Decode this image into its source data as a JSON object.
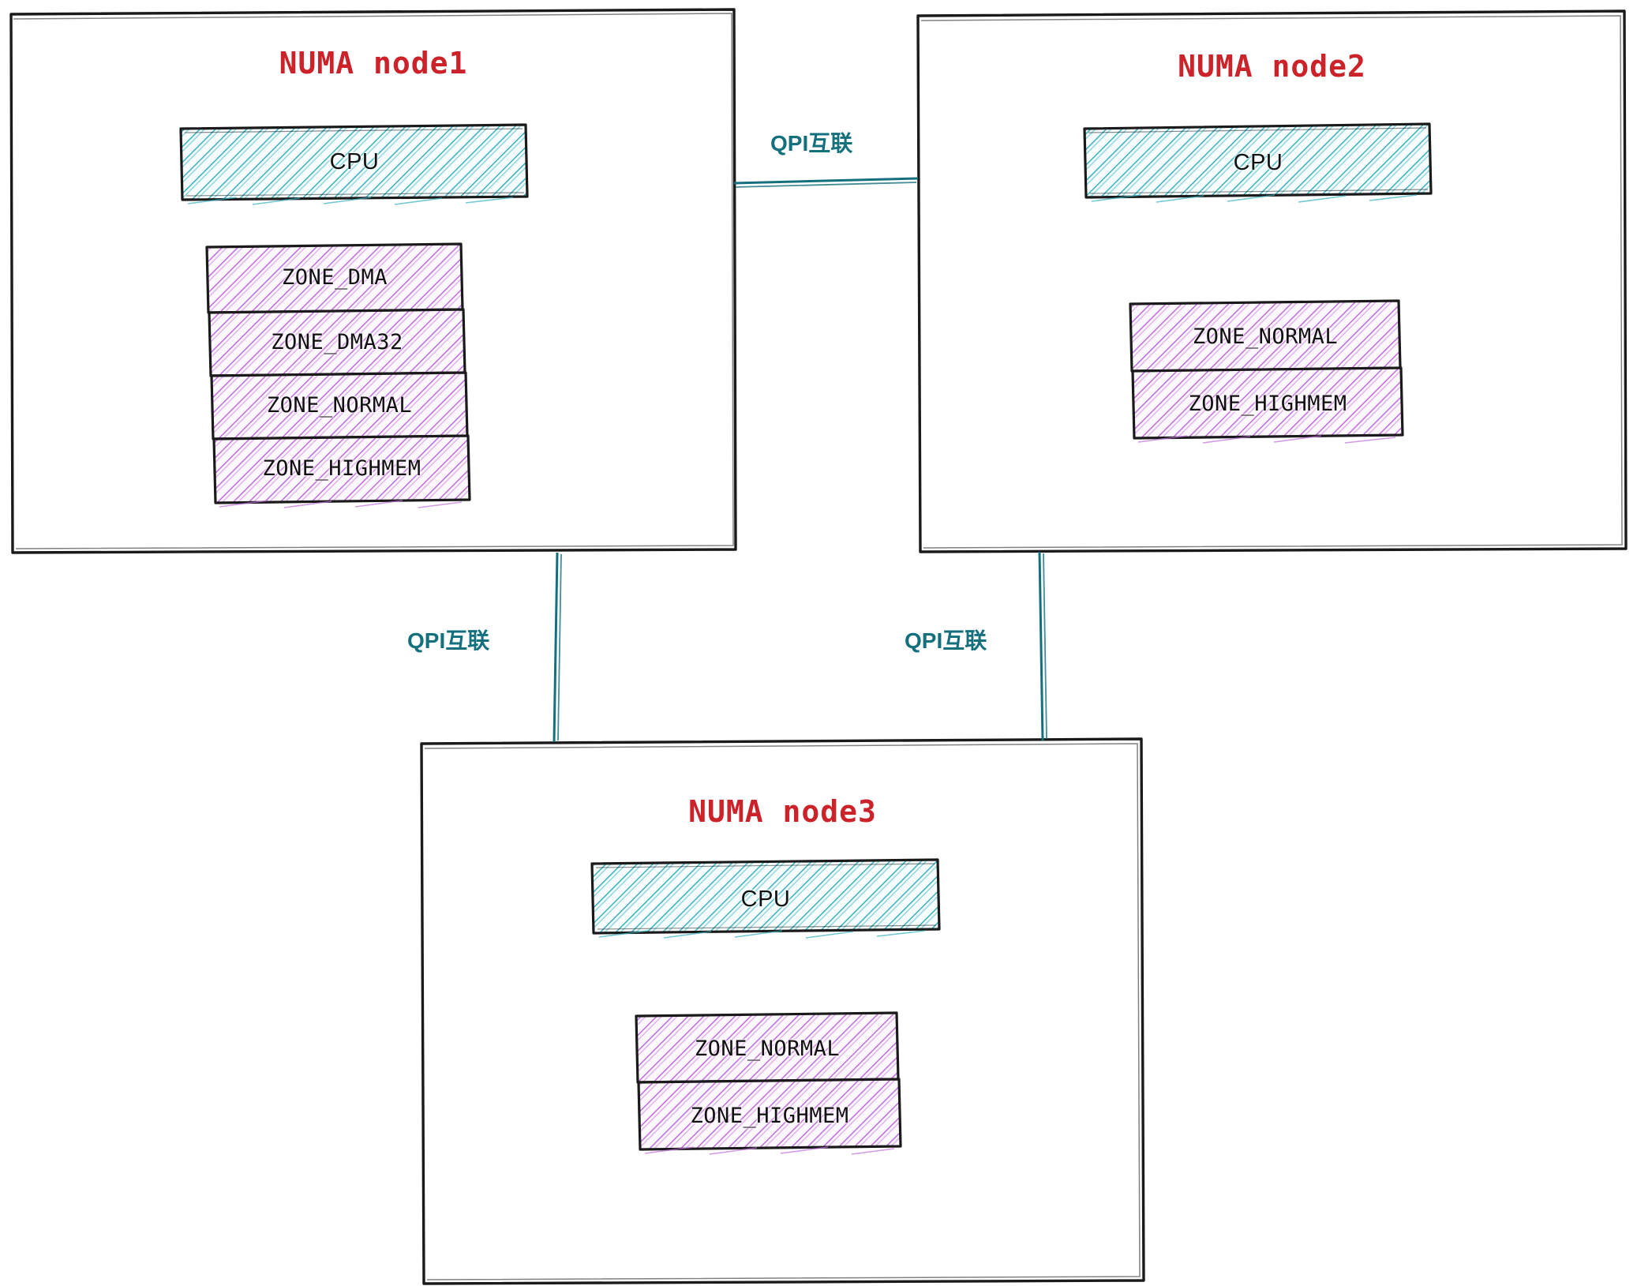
{
  "diagram": {
    "title_color": "#cc2229",
    "cpu_fill_color": "#2ea8b8",
    "zone_fill_color": "#b05fd0",
    "link_color": "#15707d",
    "outline_color": "#1a1a1a"
  },
  "nodes": [
    {
      "id": "node1",
      "title": "NUMA node1",
      "cpu": {
        "label": "CPU",
        "icon": "cpu-icon"
      },
      "zones": [
        {
          "label": "ZONE_DMA"
        },
        {
          "label": "ZONE_DMA32"
        },
        {
          "label": "ZONE_NORMAL"
        },
        {
          "label": "ZONE_HIGHMEM"
        }
      ]
    },
    {
      "id": "node2",
      "title": "NUMA node2",
      "cpu": {
        "label": "CPU",
        "icon": "cpu-icon"
      },
      "zones": [
        {
          "label": "ZONE_NORMAL"
        },
        {
          "label": "ZONE_HIGHMEM"
        }
      ]
    },
    {
      "id": "node3",
      "title": "NUMA node3",
      "cpu": {
        "label": "CPU",
        "icon": "cpu-icon"
      },
      "zones": [
        {
          "label": "ZONE_NORMAL"
        },
        {
          "label": "ZONE_HIGHMEM"
        }
      ]
    }
  ],
  "links": [
    {
      "id": "link-node1-node2",
      "label": "QPI互联",
      "orientation": "horizontal"
    },
    {
      "id": "link-node1-node3",
      "label": "QPI互联",
      "orientation": "vertical"
    },
    {
      "id": "link-node2-node3",
      "label": "QPI互联",
      "orientation": "vertical"
    }
  ]
}
